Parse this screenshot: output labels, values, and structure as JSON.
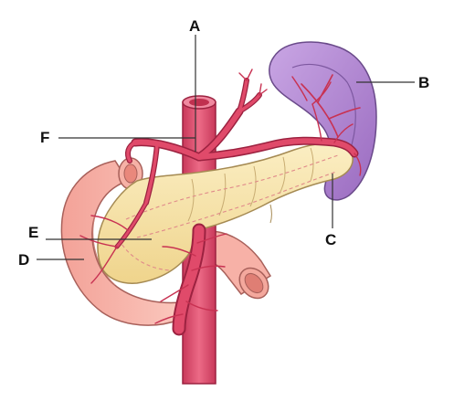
{
  "labels": {
    "a": "A",
    "b": "B",
    "c": "C",
    "d": "D",
    "e": "E",
    "f": "F"
  },
  "colors": {
    "artery": "#e04a6a",
    "artery_dark": "#9c2240",
    "pancreas": "#f8e3a4",
    "pancreas_outline": "#a58a53",
    "spleen": "#b48cd2",
    "spleen_outline": "#6a4a8a",
    "duodenum": "#f7b1a7",
    "duodenum_outline": "#a8605a",
    "leader": "#333333"
  },
  "icons": [
    "aorta-illustration",
    "pancreas-illustration",
    "spleen-illustration",
    "duodenum-illustration"
  ]
}
